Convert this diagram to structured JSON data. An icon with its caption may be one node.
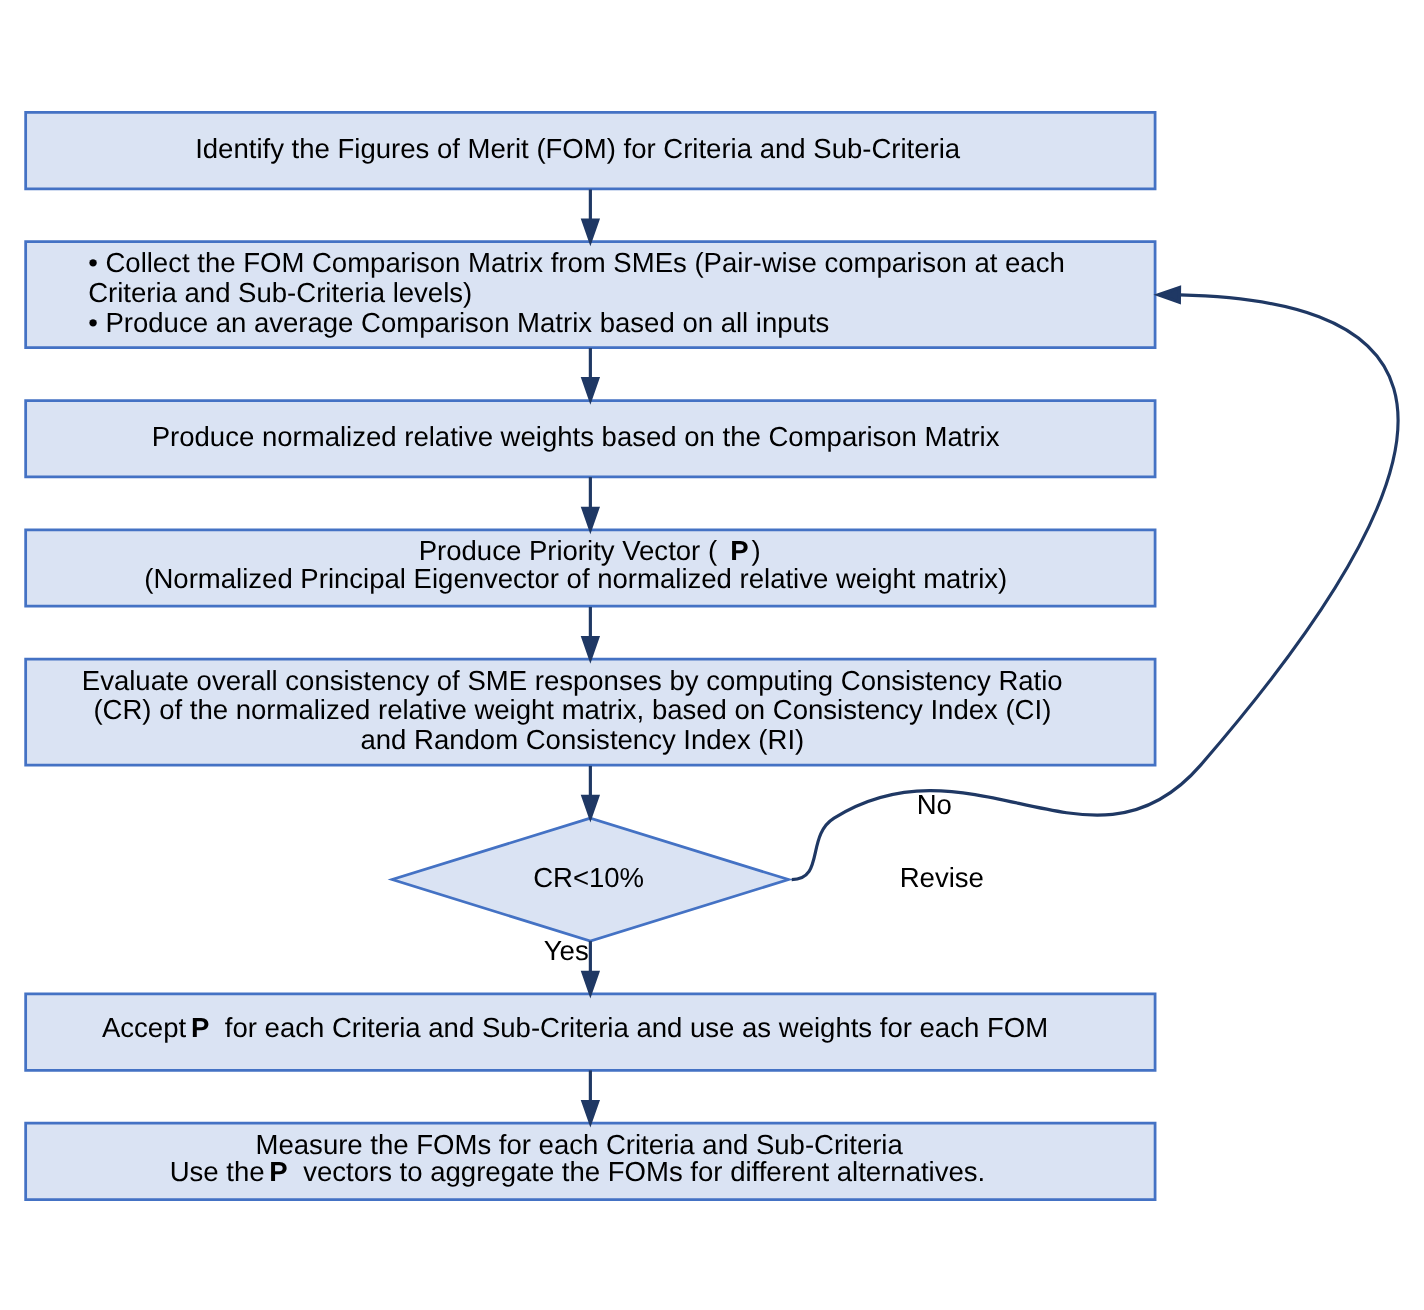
{
  "diagram": {
    "nodes": [
      {
        "text": [
          "Identify the Figures of Merit (FOM) for Criteria and Sub-Criteria"
        ]
      },
      {
        "text": [
          "• Collect the FOM Comparison Matrix from SMEs (Pair-wise comparison at each Criteria and Sub-Criteria levels)",
          "• Produce an average Comparison Matrix based on all inputs"
        ]
      },
      {
        "text": [
          "Produce normalized relative weights based on the Comparison Matrix"
        ]
      },
      {
        "text": [
          "Produce Priority Vector (**P**)",
          "(Normalized Principal Eigenvector of normalized relative weight matrix)"
        ]
      },
      {
        "text": [
          "Evaluate overall consistency of SME responses by computing Consistency Ratio (CR) of the normalized relative weight matrix, based on Consistency Index (CI) and Random Consistency Index (RI)"
        ]
      },
      {
        "text": [
          "CR<10%"
        ]
      },
      {
        "text": [
          "Accept **P** for each Criteria and Sub-Criteria and use as weights for each FOM"
        ]
      },
      {
        "text": [
          "Measure the FOMs for each Criteria and Sub-Criteria",
          "Use the **P** vectors to aggregate the FOMs for different alternatives."
        ]
      }
    ],
    "edges": [
      {
        "from": 0,
        "to": 1,
        "arrow": "to"
      },
      {
        "from": 1,
        "to": 2,
        "arrow": "to"
      },
      {
        "from": 2,
        "to": 3,
        "arrow": "to"
      },
      {
        "from": 3,
        "to": 4,
        "arrow": "to"
      },
      {
        "from": 4,
        "to": 5,
        "arrow": "to"
      },
      {
        "from": 5,
        "to": 6,
        "arrow": "to",
        "label": "Yes"
      },
      {
        "from": 6,
        "to": 7,
        "arrow": "to"
      },
      {
        "from": 5,
        "to": 1,
        "arrow": "to",
        "label": "No"
      }
    ],
    "labels": [
      "Revise"
    ]
  }
}
